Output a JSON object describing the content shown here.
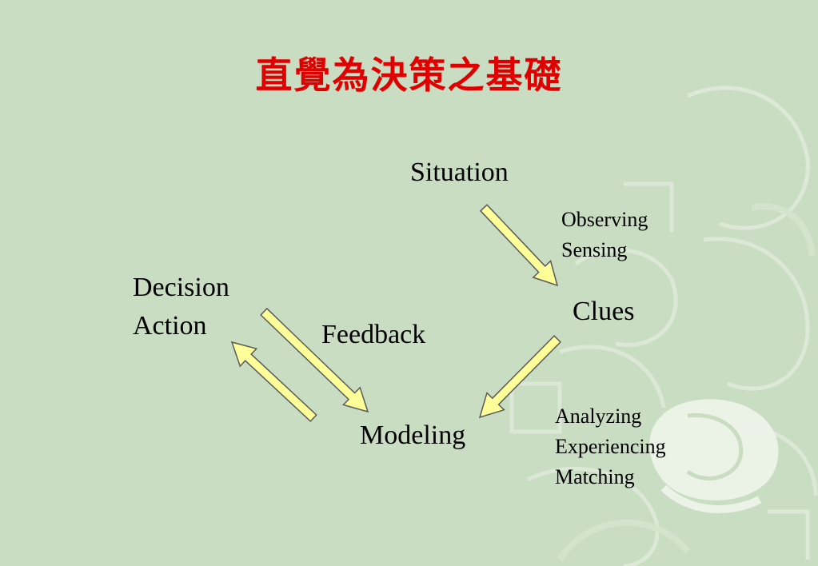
{
  "title": "直覺為決策之基礎",
  "nodes": {
    "situation": "Situation",
    "clues": "Clues",
    "modeling": "Modeling",
    "decision": "Decision",
    "action": "Action",
    "feedback": "Feedback"
  },
  "notes": {
    "observe": [
      "Observing",
      "Sensing"
    ],
    "analyze": [
      "Analyzing",
      "Experiencing",
      "Matching"
    ]
  },
  "colors": {
    "background": "#c9ddc3",
    "title": "#e00000",
    "arrow_fill": "#ffff99",
    "arrow_stroke": "#5a5a5a",
    "decoration": "#e2ecdc"
  }
}
